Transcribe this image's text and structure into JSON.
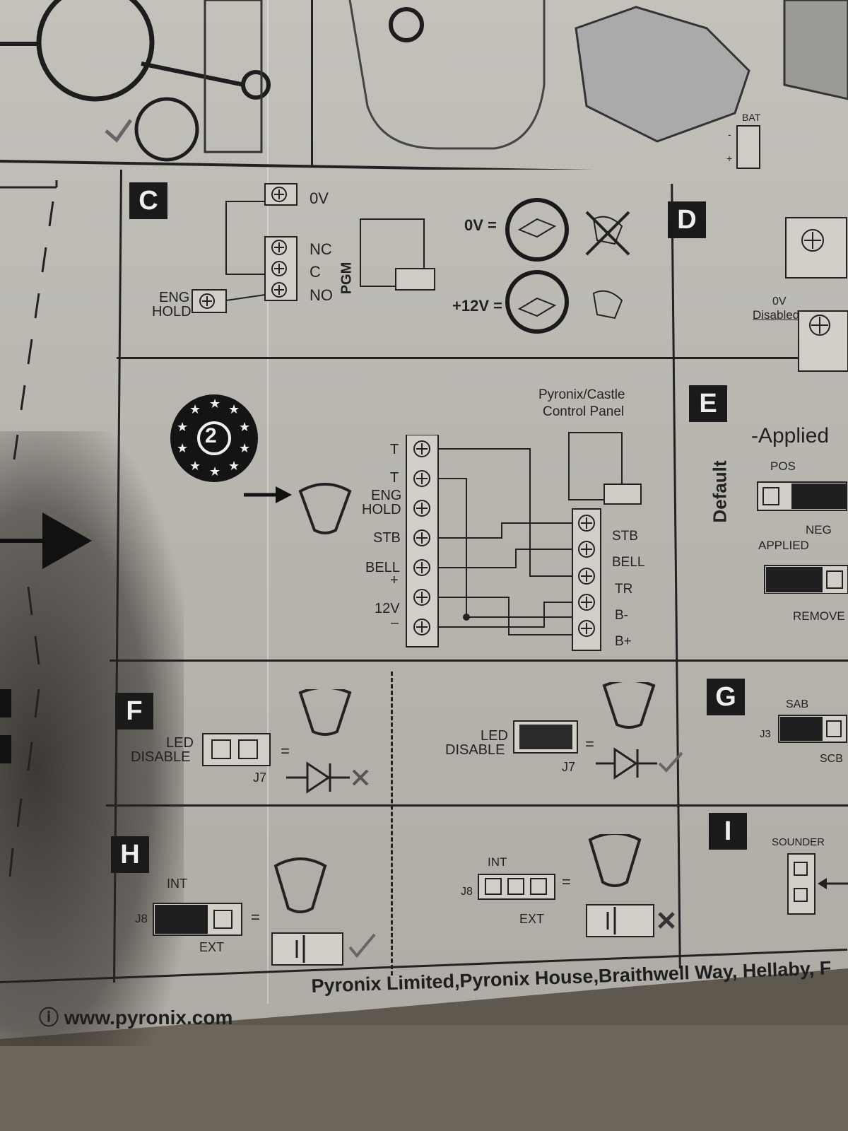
{
  "top": {
    "bat_label": "BAT",
    "bat_minus": "-",
    "bat_plus": "+"
  },
  "panels": {
    "c": "C",
    "d": "D",
    "e": "E",
    "f": "F",
    "g": "G",
    "h": "H",
    "i": "I"
  },
  "panel_c": {
    "ov": "0V",
    "nc": "NC",
    "c": "C",
    "no": "NO",
    "pgm": "PGM",
    "eng": "ENG",
    "hold": "HOLD",
    "ov_eq": "0V =",
    "v12_eq": "+12V ="
  },
  "panel_d": {
    "ov": "0V",
    "disabled": "Disabled"
  },
  "panel_2": {
    "grade": "2",
    "panel_title_1": "Pyronix/Castle",
    "panel_title_2": "Control Panel",
    "left": [
      "T",
      "T",
      "ENG",
      "HOLD",
      "STB",
      "BELL",
      "+",
      "12V",
      "–"
    ],
    "right": [
      "STB",
      "BELL",
      "TR",
      "B-",
      "B+"
    ]
  },
  "panel_e": {
    "default": "Default",
    "applied_title": "-Applied",
    "pos": "POS",
    "neg": "NEG",
    "applied": "APPLIED",
    "removed": "REMOVE"
  },
  "panel_f": {
    "led": "LED",
    "disable": "DISABLE",
    "j7": "J7",
    "eq": "=",
    "led2": "LED",
    "disable2": "DISABLE",
    "j7b": "J7",
    "eq2": "="
  },
  "panel_g": {
    "sab": "SAB",
    "j3": "J3",
    "scb": "SCB"
  },
  "panel_h": {
    "int": "INT",
    "j8": "J8",
    "ext": "EXT",
    "eq": "=",
    "int2": "INT",
    "j8b": "J8",
    "ext2": "EXT",
    "eq2": "="
  },
  "panel_i": {
    "sounder": "SOUNDER"
  },
  "footer": {
    "website": "ⓘ www.pyronix.com",
    "address": "Pyronix Limited,Pyronix House,Braithwell Way, Hellaby, F"
  },
  "colors": {
    "paper": "#bdbab4",
    "ink": "#1c1c1c",
    "background": "#5e584f"
  }
}
